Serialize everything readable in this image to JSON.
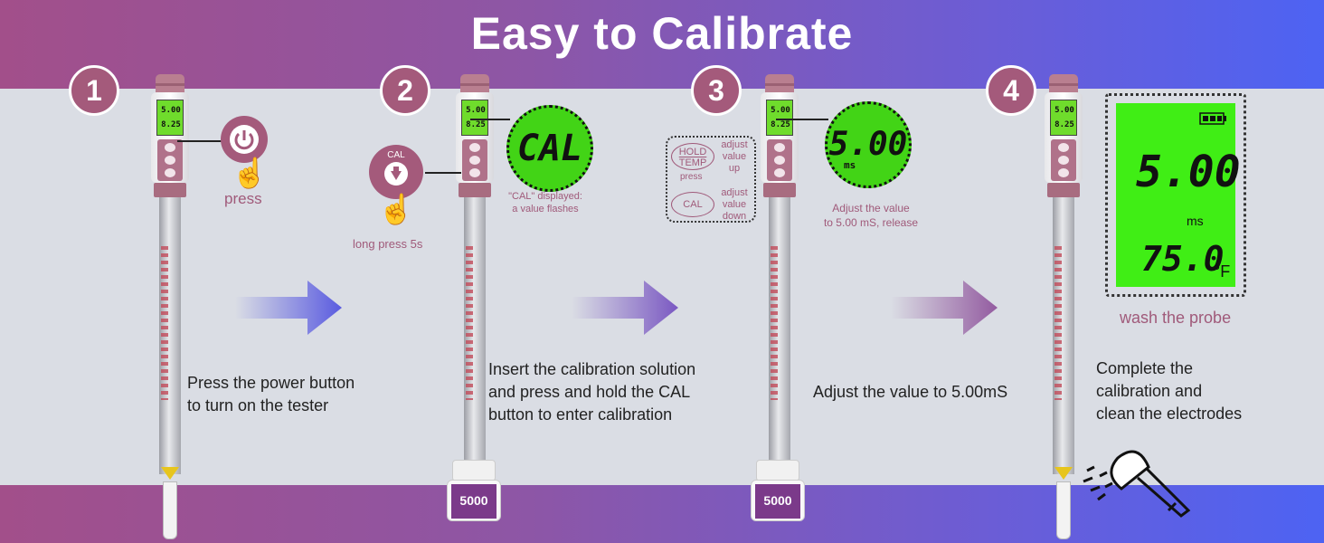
{
  "title": "Easy to Calibrate",
  "steps": [
    {
      "number": "1",
      "description_line1": "Press the power button",
      "description_line2": "to turn on the tester",
      "action_label": "press"
    },
    {
      "number": "2",
      "description_line1": "Insert the calibration solution",
      "description_line2": "and press and hold the CAL",
      "description_line3": "button to enter calibration",
      "action_label": "long press 5s",
      "button_label": "CAL",
      "lcd_text": "CAL",
      "note_line1": "\"CAL\" displayed:",
      "note_line2": "a value flashes"
    },
    {
      "number": "3",
      "description": "Adjust the value to 5.00mS",
      "hold_temp_line1": "HOLD",
      "hold_temp_line2": "TEMP",
      "press_label": "press",
      "adjust_up_line1": "adjust",
      "adjust_up_line2": "value",
      "adjust_up_line3": "up",
      "cal_label": "CAL",
      "adjust_down_line1": "adjust",
      "adjust_down_line2": "value",
      "adjust_down_line3": "down",
      "lcd_value": "5.00",
      "lcd_unit": "ms",
      "note_line1": "Adjust the value",
      "note_line2": "to 5.00 mS, release"
    },
    {
      "number": "4",
      "description_line1": "Complete the",
      "description_line2": "calibration and",
      "description_line3": "clean the electrodes",
      "screen_value": "5.00",
      "screen_unit": "ms",
      "screen_temp": "75.0",
      "screen_temp_unit": "°F",
      "caption": "wash the probe"
    }
  ],
  "bottle_value": "5000",
  "pen_lcd": {
    "top": "5.00",
    "bottom": "8.25"
  },
  "colors": {
    "rose": "#a45a7b",
    "lcd_green": "#42d416",
    "arrow_blue": "#5a5be0",
    "arrow_purple": "#8a5aae"
  }
}
